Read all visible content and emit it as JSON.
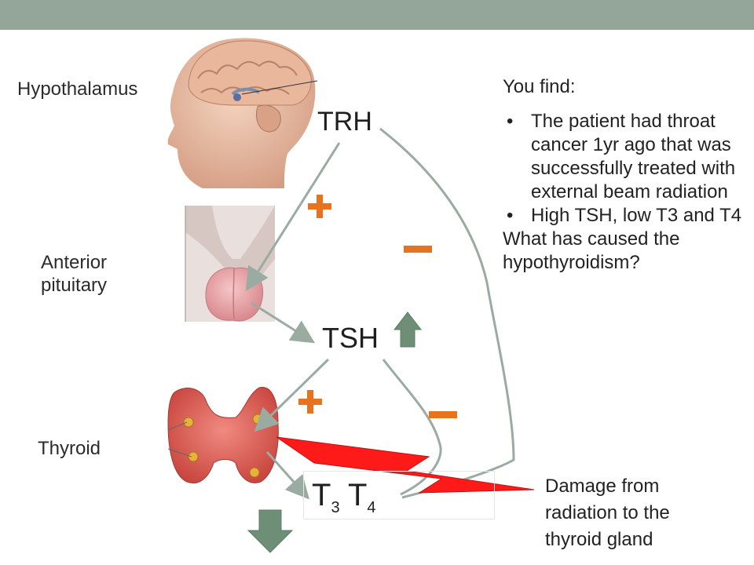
{
  "labels": {
    "hypothalamus": "Hypothalamus",
    "anterior_pituitary_line1": "Anterior",
    "anterior_pituitary_line2": "pituitary",
    "thyroid": "Thyroid"
  },
  "hormones": {
    "trh": "TRH",
    "tsh": "TSH",
    "t_letter": "T",
    "t3_sub": "3",
    "t4_sub": "4"
  },
  "signs": {
    "positive": "+",
    "negative": "–"
  },
  "findings": {
    "heading": "You find:",
    "bullets": [
      "The patient had throat cancer 1yr ago that was successfully treated with external beam radiation",
      "High TSH, low T3 and T4"
    ],
    "question": "What has caused the hypothyroidism?"
  },
  "damage_label": "Damage from radiation to the thyroid gland",
  "colors": {
    "top_bar": "#94a59a",
    "arrow": "#9aaca2",
    "sign": "#e8731e",
    "lightning": "#ff1a1a",
    "block_arrow": "#6e8f76"
  },
  "icons": {
    "tsh_trend": "up-arrow-icon",
    "output_trend": "down-arrow-icon",
    "damage": "lightning-bolt-icon"
  }
}
